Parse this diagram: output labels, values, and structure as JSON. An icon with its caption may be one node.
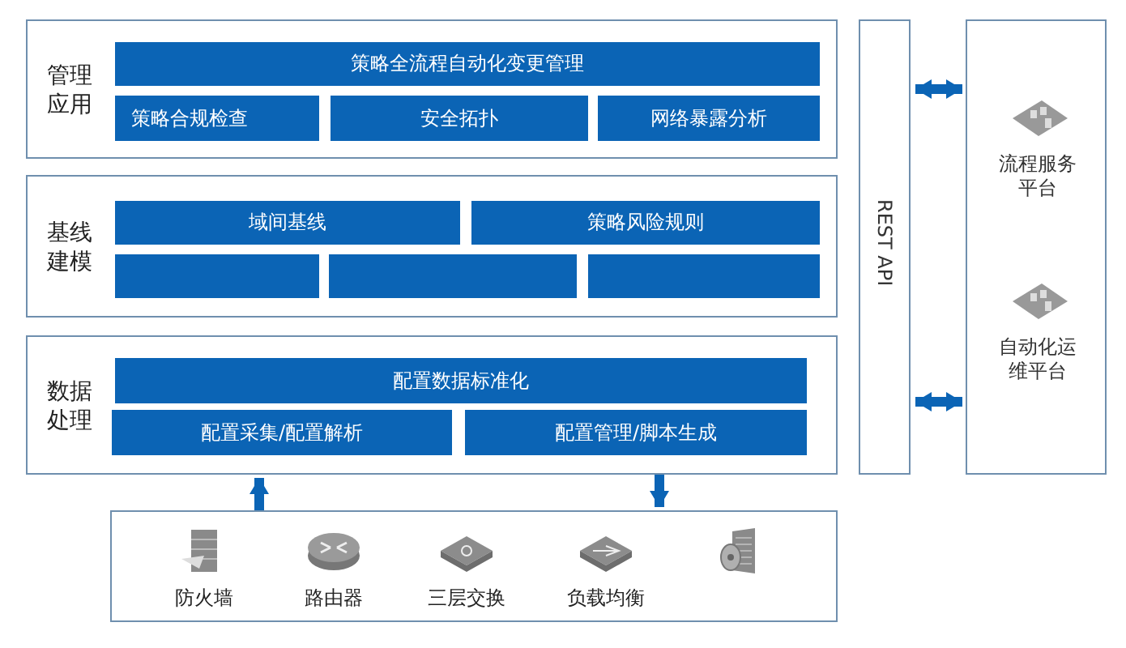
{
  "diagram": {
    "nodes": [
      {
        "text": [
          "管理应用"
        ]
      },
      {
        "text": [
          "策略全流程自动化变更管理"
        ],
        "in": 0
      },
      {
        "text": [
          "策略合规检查"
        ],
        "in": 0
      },
      {
        "text": [
          "安全拓扑"
        ],
        "in": 0
      },
      {
        "text": [
          "网络暴露分析"
        ],
        "in": 0
      },
      {
        "text": [
          "基线建模"
        ]
      },
      {
        "text": [
          "域间基线"
        ],
        "in": 5
      },
      {
        "text": [
          "策略风险规则"
        ],
        "in": 5
      },
      {
        "text": [],
        "shape": "box",
        "in": 5
      },
      {
        "text": [],
        "shape": "box",
        "in": 5
      },
      {
        "text": [],
        "shape": "box",
        "in": 5
      },
      {
        "text": [
          "数据处理"
        ]
      },
      {
        "text": [
          "配置数据标准化"
        ],
        "in": 11
      },
      {
        "text": [
          "配置采集/配置解析"
        ],
        "in": 11
      },
      {
        "text": [
          "配置管理/脚本生成"
        ],
        "in": 11
      },
      {
        "text": [
          "REST API"
        ]
      },
      {
        "text": [],
        "shape": "box"
      },
      {
        "text": [
          "流程服务平台"
        ],
        "in": 16
      },
      {
        "text": [
          "自动化运维平台"
        ],
        "in": 16
      },
      {
        "text": [],
        "shape": "box"
      },
      {
        "text": [
          "防火墙"
        ],
        "in": 19
      },
      {
        "text": [
          "路由器"
        ],
        "in": 19
      },
      {
        "text": [
          "三层交换"
        ],
        "in": 19
      },
      {
        "text": [
          "负载均衡"
        ],
        "in": 19
      },
      {
        "text": [],
        "shape": "picture",
        "in": 19
      }
    ],
    "edges": [
      {
        "from": 19,
        "to": 11,
        "arrow": "to"
      },
      {
        "from": 11,
        "to": 19,
        "arrow": "to"
      },
      {
        "from": 15,
        "to": 17,
        "arrow": "both"
      },
      {
        "from": 15,
        "to": 18,
        "arrow": "both"
      }
    ]
  }
}
